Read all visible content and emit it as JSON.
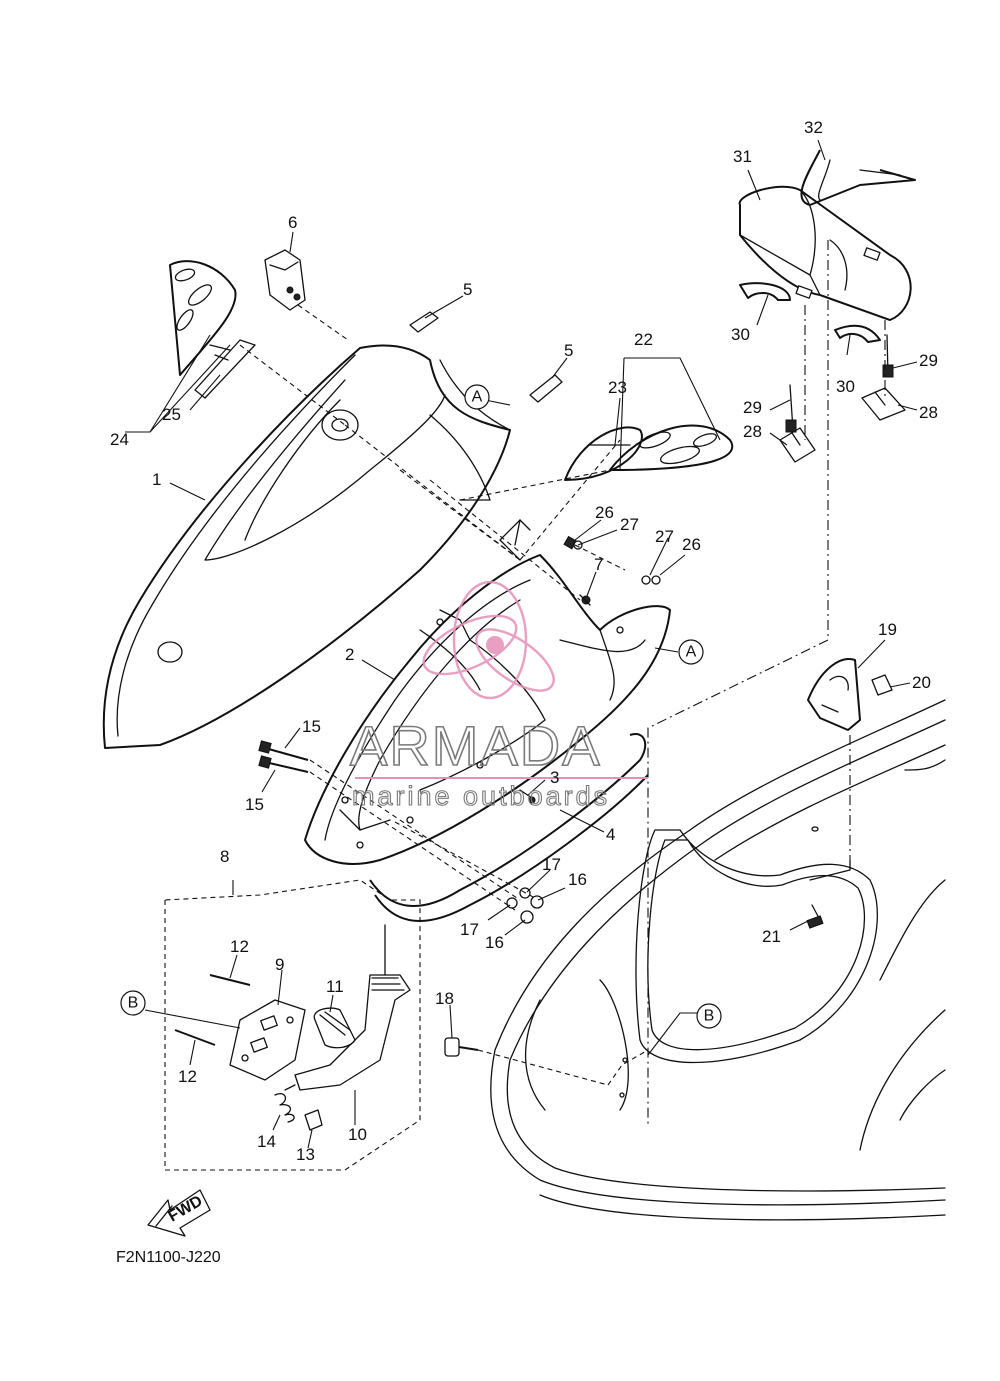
{
  "diagram_code": "F2N1100-J220",
  "watermark": {
    "brand": "ARMADA",
    "tagline": "marine outboards",
    "accent_color": "#e58fb8"
  },
  "fwd_label": "FWD",
  "callouts": [
    "1",
    "2",
    "3",
    "4",
    "5",
    "5",
    "6",
    "7",
    "8",
    "9",
    "10",
    "11",
    "12",
    "12",
    "13",
    "14",
    "15",
    "15",
    "16",
    "16",
    "17",
    "17",
    "18",
    "19",
    "20",
    "21",
    "22",
    "23",
    "24",
    "25",
    "26",
    "26",
    "27",
    "27",
    "28",
    "28",
    "29",
    "29",
    "30",
    "30",
    "31",
    "32"
  ],
  "reference_markers": [
    "A",
    "A",
    "B",
    "B"
  ]
}
